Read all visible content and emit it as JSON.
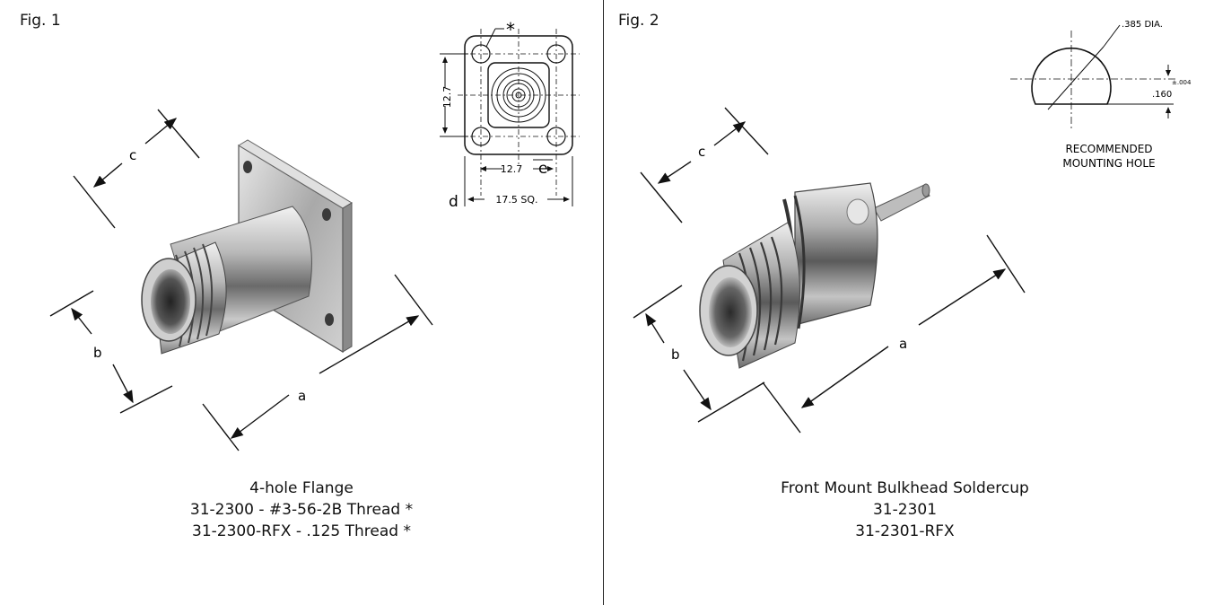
{
  "fig1": {
    "label": "Fig. 1",
    "caption": [
      "4-hole Flange",
      "31-2300  -  #3-56-2B Thread *",
      "31-2300-RFX  -  .125 Thread *"
    ],
    "dims": {
      "a": "a",
      "b": "b",
      "c": "c"
    },
    "drawing": {
      "asterisk": "*",
      "height": "12.7",
      "width": "12.7",
      "square": "17.5 SQ.",
      "d": "d",
      "e": "e"
    }
  },
  "fig2": {
    "label": "Fig. 2",
    "caption": [
      "Front Mount Bulkhead Soldercup",
      "31-2301",
      "31-2301-RFX"
    ],
    "dims": {
      "a": "a",
      "b": "b",
      "c": "c"
    },
    "hole": {
      "dia": ".385 DIA.",
      "tol": "±.004",
      "flat": ".160",
      "caption": [
        "RECOMMENDED",
        "MOUNTING HOLE"
      ]
    }
  }
}
